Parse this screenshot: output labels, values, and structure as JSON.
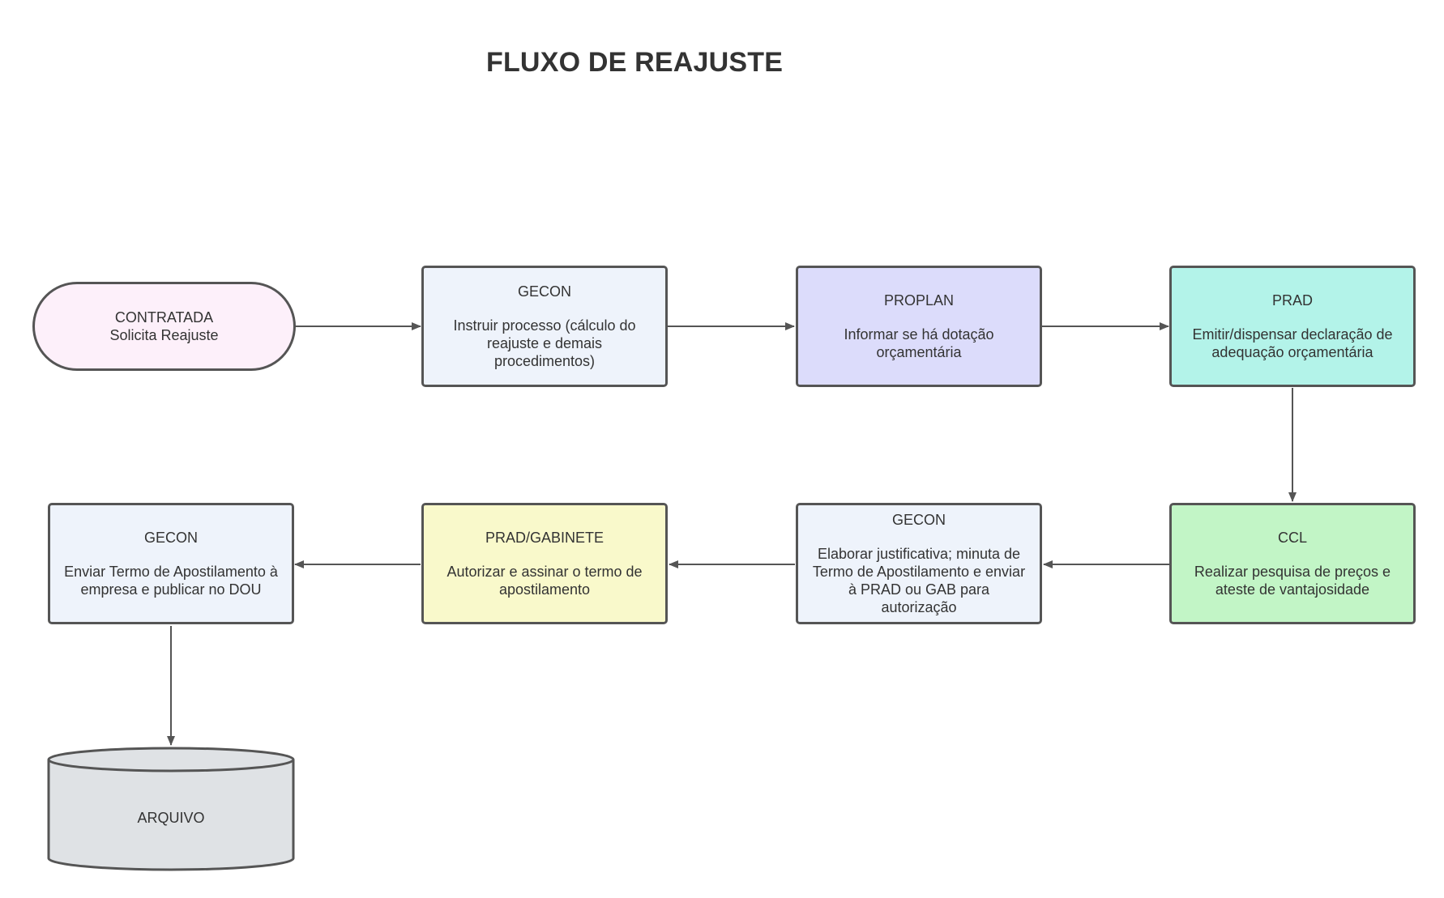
{
  "title": "FLUXO DE REAJUSTE",
  "colors": {
    "stroke": "#555555",
    "start_fill": "#fdf0fa",
    "gecon_fill": "#eef3fb",
    "proplan_fill": "#dcdcfb",
    "prad_fill": "#b3f3e9",
    "ccl_fill": "#c2f5c6",
    "gabinete_fill": "#f9f9cb",
    "archive_fill": "#dfe2e5"
  },
  "nodes": {
    "start": {
      "head": "CONTRATADA",
      "body": "Solicita Reajuste"
    },
    "gecon1": {
      "head": "GECON",
      "body": "Instruir processo (cálculo do reajuste e demais procedimentos)"
    },
    "proplan": {
      "head": "PROPLAN",
      "body": "Informar se há dotação orçamentária"
    },
    "prad": {
      "head": "PRAD",
      "body": "Emitir/dispensar declaração de adequação orçamentária"
    },
    "ccl": {
      "head": "CCL",
      "body": "Realizar pesquisa de preços e ateste de vantajosidade"
    },
    "gecon2": {
      "head": "GECON",
      "body": "Elaborar justificativa; minuta de Termo de Apostilamento e enviar à PRAD ou GAB para autorização"
    },
    "gabinete": {
      "head": "PRAD/GABINETE",
      "body": "Autorizar e assinar o termo de apostilamento"
    },
    "gecon3": {
      "head": "GECON",
      "body": "Enviar Termo de Apostilamento à empresa e publicar no DOU"
    },
    "archive": {
      "label": "ARQUIVO"
    }
  }
}
